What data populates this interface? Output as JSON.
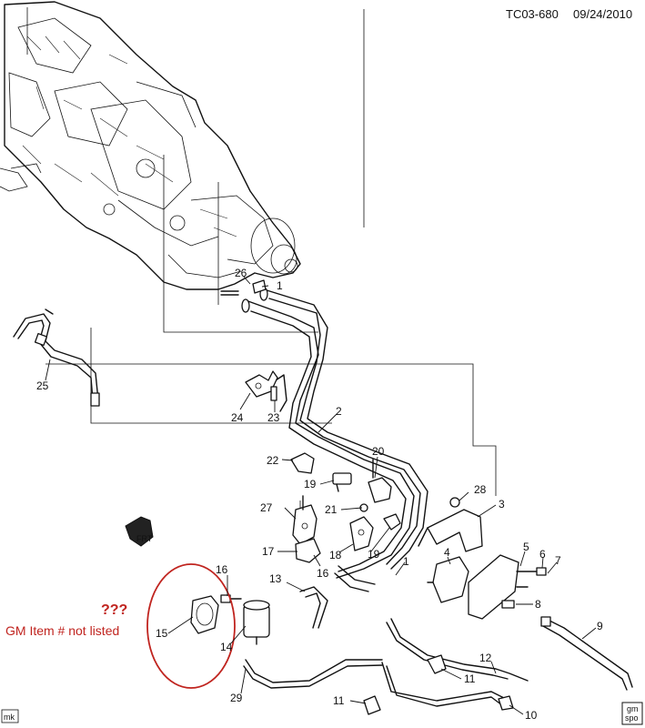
{
  "header": {
    "doc_id": "TC03-680",
    "date": "09/24/2010"
  },
  "annotation": {
    "question_marks": "???",
    "note": "GM Item # not listed"
  },
  "footer": {
    "left_tag": "mk",
    "logo_lines": [
      "gm",
      "spo"
    ]
  },
  "callouts": {
    "c1a": "1",
    "c1b": "1",
    "c2": "2",
    "c3": "3",
    "c4": "4",
    "c5": "5",
    "c6": "6",
    "c7": "7",
    "c8": "8",
    "c9": "9",
    "c10": "10",
    "c11a": "11",
    "c11b": "11",
    "c12": "12",
    "c13": "13",
    "c14": "14",
    "c15": "15",
    "c16a": "16",
    "c16b": "16",
    "c17": "17",
    "c18": "18",
    "c19a": "19",
    "c19b": "19",
    "c20": "20",
    "c21": "21",
    "c22": "22",
    "c23": "23",
    "c24": "24",
    "c25": "25",
    "c26": "26",
    "c27": "27",
    "c28": "28",
    "c29": "29"
  },
  "colors": {
    "line": "#111111",
    "annotation": "#c0241f",
    "background": "#ffffff"
  }
}
